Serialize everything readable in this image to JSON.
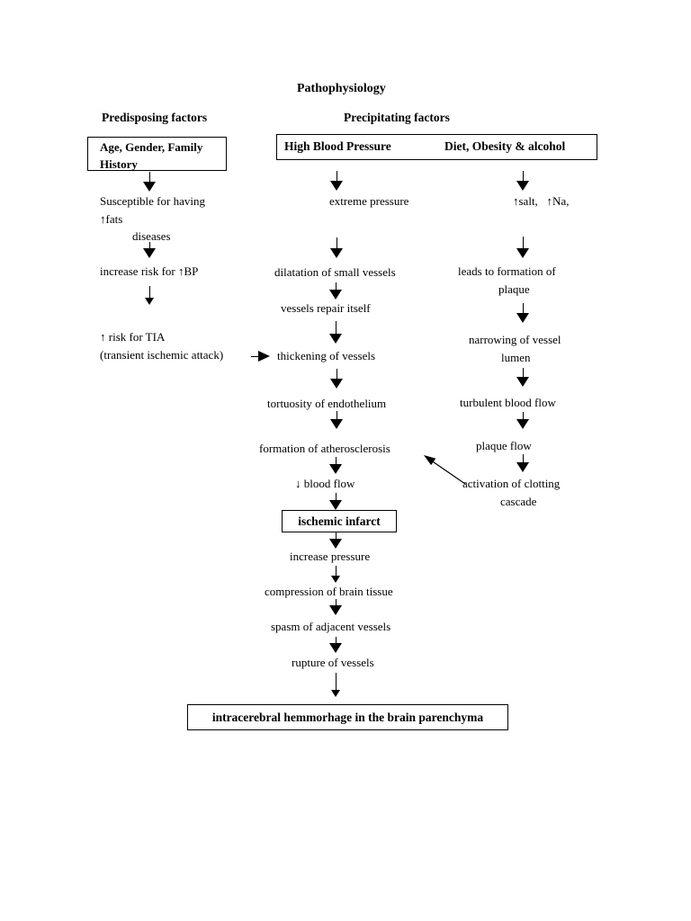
{
  "colors": {
    "paper": "#ffffff",
    "ink": "#000000"
  },
  "title": "Pathophysiology",
  "headers": {
    "predisposing": "Predisposing factors",
    "precipitating": "Precipitating factors"
  },
  "boxes": {
    "age_gender_family": "Age, Gender, Family History",
    "high_blood_pressure": "High Blood Pressure",
    "diet_obesity_alcohol": "Diet, Obesity & alcohol",
    "ischemic_infarct": "ischemic infarct",
    "final_outcome": "intracerebral hemmorhage in the brain parenchyma"
  },
  "left": {
    "susceptible_1": "Susceptible for having",
    "susceptible_2": "↑fats",
    "susceptible_3": "diseases",
    "increase_risk_bp": "increase risk for ↑BP",
    "tia_1": "↑ risk for TIA",
    "tia_2": "(transient ischemic attack)"
  },
  "center": {
    "extreme_pressure": "extreme pressure",
    "dilatation": "dilatation of small vessels",
    "vessels_repair": "vessels repair itself",
    "thickening": "thickening of vessels",
    "tortuosity": "tortuosity of endothelium",
    "atherosclerosis": "formation of atherosclerosis",
    "decreased_blood_flow": "↓ blood flow",
    "increase_pressure": "increase pressure",
    "compression": "compression of brain tissue",
    "spasm": "spasm of adjacent vessels",
    "rupture": "rupture of vessels"
  },
  "right": {
    "salt_na": "↑salt,   ↑Na,",
    "leads_1": "leads to formation of",
    "leads_2": "plaque",
    "narrowing_1": "narrowing of vessel",
    "narrowing_2": "lumen",
    "turbulent": "turbulent blood flow",
    "plaque_flow": "plaque flow",
    "clotting_1": "activation of clotting",
    "clotting_2": "cascade"
  }
}
